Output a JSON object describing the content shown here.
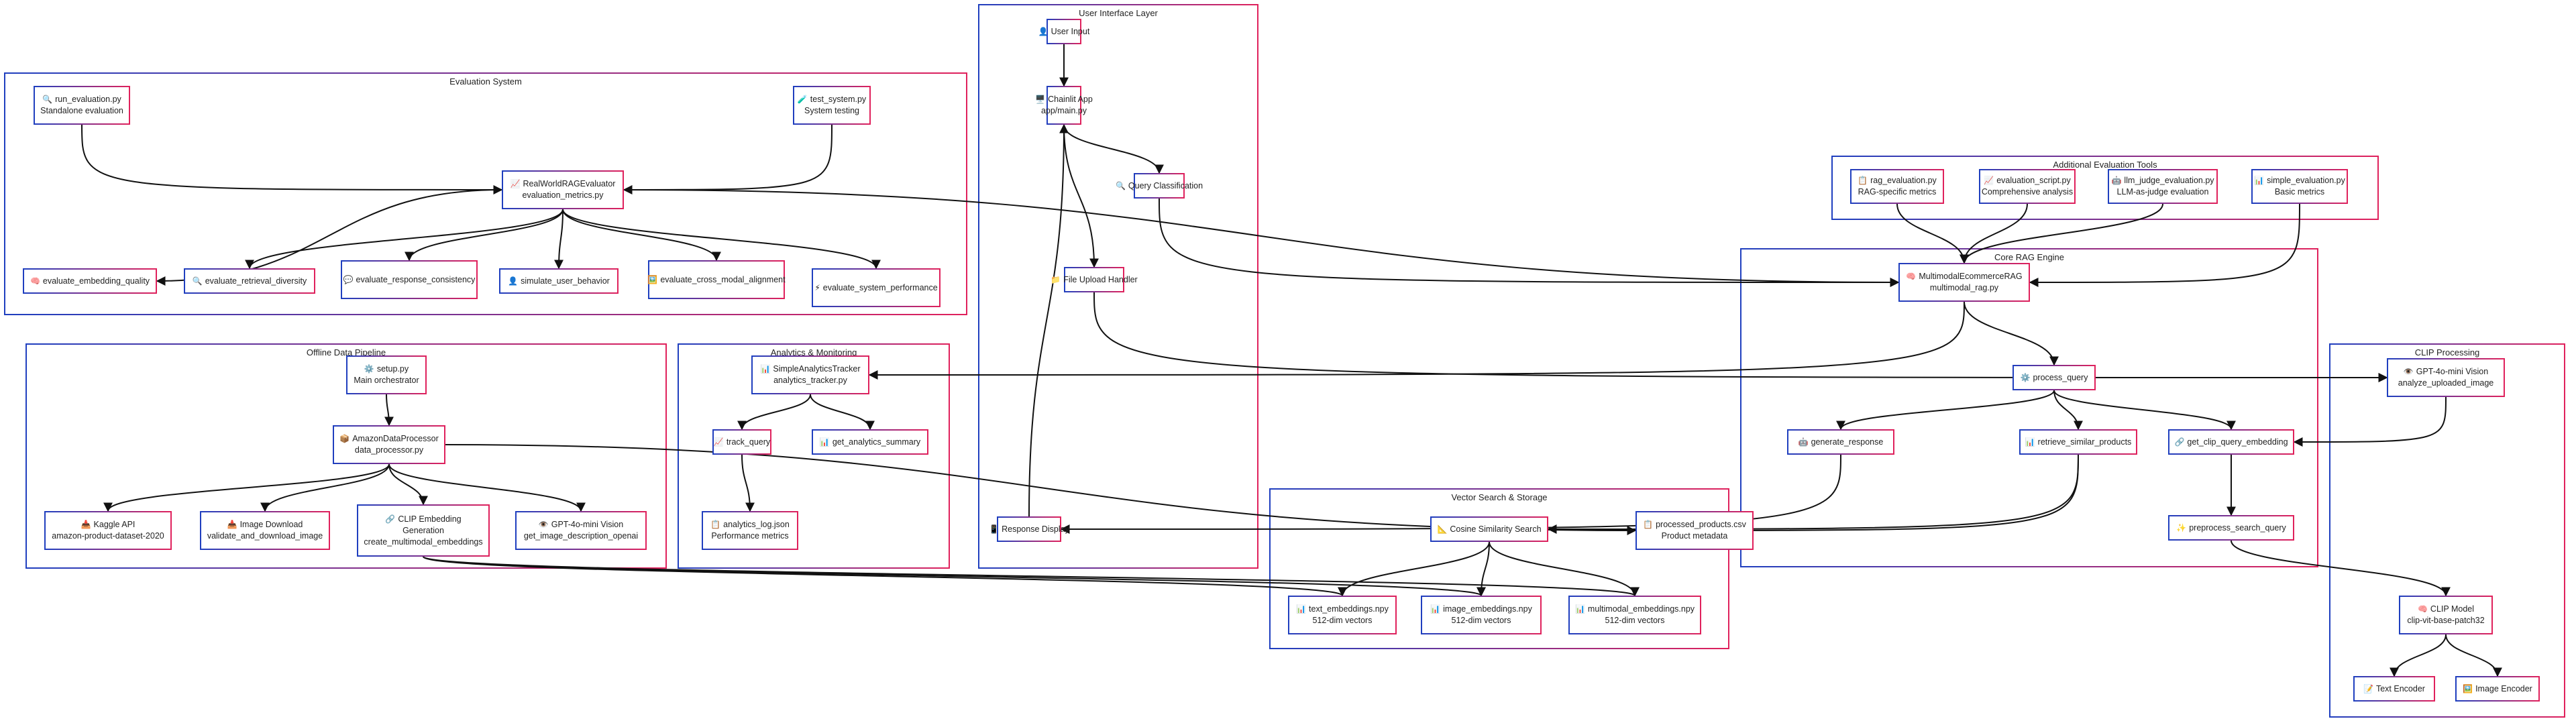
{
  "clusters": [
    {
      "id": "ui",
      "title": "User Interface Layer"
    },
    {
      "id": "eval",
      "title": "Evaluation System"
    },
    {
      "id": "addeval",
      "title": "Additional Evaluation Tools"
    },
    {
      "id": "core",
      "title": "Core RAG Engine"
    },
    {
      "id": "offline",
      "title": "Offline Data Pipeline"
    },
    {
      "id": "analytics",
      "title": "Analytics & Monitoring"
    },
    {
      "id": "clip",
      "title": "CLIP Processing"
    },
    {
      "id": "vector",
      "title": "Vector Search & Storage"
    }
  ],
  "nodes": [
    {
      "id": "user_input",
      "icon": "person-icon",
      "glyph": "👤",
      "lines": [
        "User Input"
      ]
    },
    {
      "id": "chainlit",
      "icon": "monitor-icon",
      "glyph": "🖥️",
      "lines": [
        "Chainlit App",
        "app/main.py"
      ]
    },
    {
      "id": "query_class",
      "icon": "search-icon",
      "glyph": "🔍",
      "lines": [
        "Query Classification"
      ]
    },
    {
      "id": "file_upload",
      "icon": "folder-icon",
      "glyph": "📁",
      "lines": [
        "File Upload Handler"
      ]
    },
    {
      "id": "response_display",
      "icon": "phone-icon",
      "glyph": "📱",
      "lines": [
        "Response Display"
      ]
    },
    {
      "id": "run_eval",
      "icon": "search-icon",
      "glyph": "🔍",
      "lines": [
        "run_evaluation.py",
        "Standalone evaluation"
      ]
    },
    {
      "id": "test_system",
      "icon": "test-tube-icon",
      "glyph": "🧪",
      "lines": [
        "test_system.py",
        "System testing"
      ]
    },
    {
      "id": "rwre",
      "icon": "chart-up-icon",
      "glyph": "📈",
      "lines": [
        "RealWorldRAGEvaluator",
        "evaluation_metrics.py"
      ]
    },
    {
      "id": "e_embed",
      "icon": "brain-icon",
      "glyph": "🧠",
      "lines": [
        "evaluate_embedding_quality"
      ]
    },
    {
      "id": "e_retr",
      "icon": "search-icon",
      "glyph": "🔍",
      "lines": [
        "evaluate_retrieval_diversity"
      ]
    },
    {
      "id": "e_resp",
      "icon": "speech-bubble-icon",
      "glyph": "💬",
      "lines": [
        "evaluate_response_consistency"
      ]
    },
    {
      "id": "e_user",
      "icon": "person-icon",
      "glyph": "👤",
      "lines": [
        "simulate_user_behavior"
      ]
    },
    {
      "id": "e_cross",
      "icon": "picture-icon",
      "glyph": "🖼️",
      "lines": [
        "evaluate_cross_modal_alignment"
      ]
    },
    {
      "id": "e_sys",
      "icon": "lightning-icon",
      "glyph": "⚡",
      "lines": [
        "evaluate_system_performance"
      ]
    },
    {
      "id": "rag_eval",
      "icon": "clipboard-icon",
      "glyph": "📋",
      "lines": [
        "rag_evaluation.py",
        "RAG-specific metrics"
      ]
    },
    {
      "id": "eval_script",
      "icon": "chart-up-icon",
      "glyph": "📈",
      "lines": [
        "evaluation_script.py",
        "Comprehensive analysis"
      ]
    },
    {
      "id": "llm_judge",
      "icon": "robot-icon",
      "glyph": "🤖",
      "lines": [
        "llm_judge_evaluation.py",
        "LLM-as-judge evaluation"
      ]
    },
    {
      "id": "simple_eval",
      "icon": "chart-icon",
      "glyph": "📊",
      "lines": [
        "simple_evaluation.py",
        "Basic metrics"
      ]
    },
    {
      "id": "mmrag",
      "icon": "brain-icon",
      "glyph": "🧠",
      "lines": [
        "MultimodalEcommerceRAG",
        "multimodal_rag.py"
      ]
    },
    {
      "id": "process_query",
      "icon": "gear-icon",
      "glyph": "⚙️",
      "lines": [
        "process_query"
      ]
    },
    {
      "id": "gen_resp",
      "icon": "robot-icon",
      "glyph": "🤖",
      "lines": [
        "generate_response"
      ]
    },
    {
      "id": "retrieve",
      "icon": "chart-icon",
      "glyph": "📊",
      "lines": [
        "retrieve_similar_products"
      ]
    },
    {
      "id": "get_clip_q",
      "icon": "link-icon",
      "glyph": "🔗",
      "lines": [
        "get_clip_query_embedding"
      ]
    },
    {
      "id": "preprocess",
      "icon": "sparkle-icon",
      "glyph": "✨",
      "lines": [
        "preprocess_search_query"
      ]
    },
    {
      "id": "setup",
      "icon": "gear-icon",
      "glyph": "⚙️",
      "lines": [
        "setup.py",
        "Main orchestrator"
      ]
    },
    {
      "id": "adp",
      "icon": "package-icon",
      "glyph": "📦",
      "lines": [
        "AmazonDataProcessor",
        "data_processor.py"
      ]
    },
    {
      "id": "kaggle",
      "icon": "inbox-icon",
      "glyph": "📥",
      "lines": [
        "Kaggle API",
        "amazon-product-dataset-2020"
      ]
    },
    {
      "id": "img_dl",
      "icon": "inbox-icon",
      "glyph": "📥",
      "lines": [
        "Image Download",
        "validate_and_download_image"
      ]
    },
    {
      "id": "clip_embed",
      "icon": "link-icon",
      "glyph": "🔗",
      "lines": [
        "CLIP Embedding",
        "Generation",
        "create_multimodal_embeddings"
      ]
    },
    {
      "id": "gpt_vision_off",
      "icon": "eye-icon",
      "glyph": "👁️",
      "lines": [
        "GPT-4o-mini Vision",
        "get_image_description_openai"
      ]
    },
    {
      "id": "sat",
      "icon": "chart-icon",
      "glyph": "📊",
      "lines": [
        "SimpleAnalyticsTracker",
        "analytics_tracker.py"
      ]
    },
    {
      "id": "track_q",
      "icon": "chart-up-icon",
      "glyph": "📈",
      "lines": [
        "track_query"
      ]
    },
    {
      "id": "get_summary",
      "icon": "chart-icon",
      "glyph": "📊",
      "lines": [
        "get_analytics_summary"
      ]
    },
    {
      "id": "alog",
      "icon": "clipboard-icon",
      "glyph": "📋",
      "lines": [
        "analytics_log.json",
        "Performance metrics"
      ]
    },
    {
      "id": "gpt_vision",
      "icon": "eye-icon",
      "glyph": "👁️",
      "lines": [
        "GPT-4o-mini Vision",
        "analyze_uploaded_image"
      ]
    },
    {
      "id": "clip_model",
      "icon": "brain-icon",
      "glyph": "🧠",
      "lines": [
        "CLIP Model",
        "clip-vit-base-patch32"
      ]
    },
    {
      "id": "text_enc",
      "icon": "memo-icon",
      "glyph": "📝",
      "lines": [
        "Text Encoder"
      ]
    },
    {
      "id": "img_enc",
      "icon": "picture-icon",
      "glyph": "🖼️",
      "lines": [
        "Image Encoder"
      ]
    },
    {
      "id": "cosine",
      "icon": "ruler-icon",
      "glyph": "📐",
      "lines": [
        "Cosine Similarity Search"
      ]
    },
    {
      "id": "proc_csv",
      "icon": "clipboard-icon",
      "glyph": "📋",
      "lines": [
        "processed_products.csv",
        "Product metadata"
      ]
    },
    {
      "id": "text_npy",
      "icon": "chart-icon",
      "glyph": "📊",
      "lines": [
        "text_embeddings.npy",
        "512-dim vectors"
      ]
    },
    {
      "id": "img_npy",
      "icon": "chart-icon",
      "glyph": "📊",
      "lines": [
        "image_embeddings.npy",
        "512-dim vectors"
      ]
    },
    {
      "id": "mm_npy",
      "icon": "chart-icon",
      "glyph": "📊",
      "lines": [
        "multimodal_embeddings.npy",
        "512-dim vectors"
      ]
    }
  ]
}
